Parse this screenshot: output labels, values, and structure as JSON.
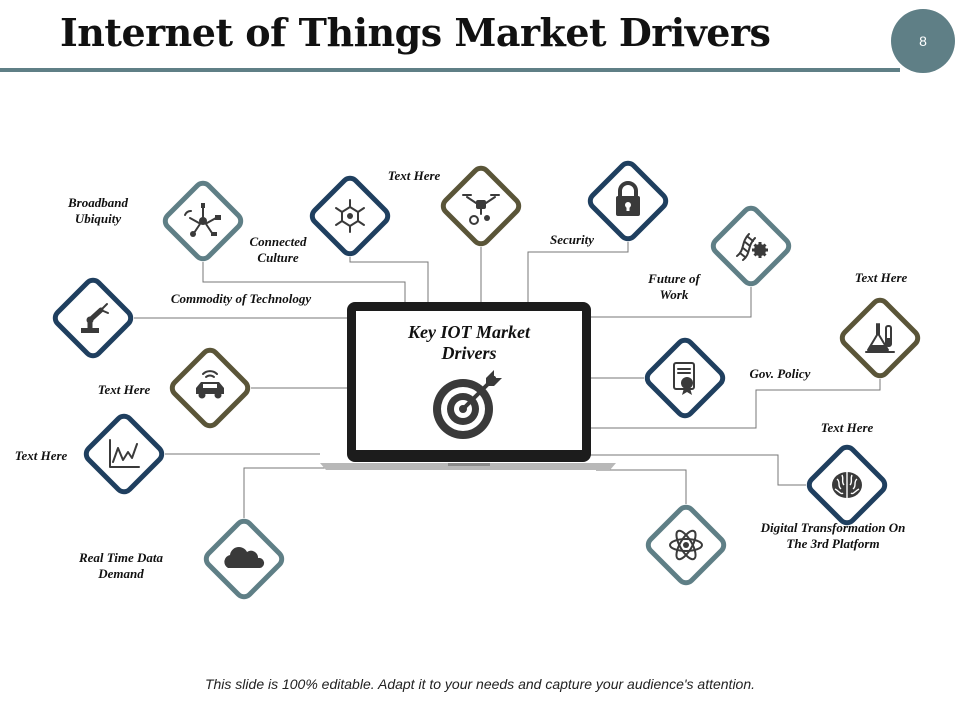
{
  "page": {
    "title": "Internet of Things Market Drivers",
    "page_number": "8",
    "footer": "This slide is 100% editable. Adapt it to your needs and capture your audience's attention."
  },
  "center": {
    "title_line1": "Key IOT Market",
    "title_line2": "Drivers",
    "icon": "target-icon"
  },
  "colors": {
    "teal": "#5f7f86",
    "navy": "#1f3f5f",
    "olive": "#5a5538",
    "icon_fill": "#3a3a3a"
  },
  "drivers": [
    {
      "id": "broadband",
      "label_lines": [
        "Broadband",
        "Ubiquity"
      ],
      "icon": "network-devices-icon",
      "color": "teal"
    },
    {
      "id": "connected-culture",
      "label_lines": [
        "Connected",
        "Culture"
      ],
      "icon": "molecule-icon",
      "color": "navy"
    },
    {
      "id": "text-top",
      "label_lines": [
        "Text Here"
      ],
      "icon": "drone-icon",
      "color": "olive"
    },
    {
      "id": "security",
      "label_lines": [
        "Security"
      ],
      "icon": "lock-icon",
      "color": "navy"
    },
    {
      "id": "future-of-work",
      "label_lines": [
        "Future of",
        "Work"
      ],
      "icon": "dna-gear-icon",
      "color": "teal"
    },
    {
      "id": "commodity",
      "label_lines": [
        "Commodity of Technology"
      ],
      "icon": "robot-arm-icon",
      "color": "navy"
    },
    {
      "id": "text-right-top",
      "label_lines": [
        "Text Here"
      ],
      "icon": "lab-flask-icon",
      "color": "olive"
    },
    {
      "id": "text-left-car",
      "label_lines": [
        "Text Here"
      ],
      "icon": "connected-car-icon",
      "color": "olive"
    },
    {
      "id": "gov-policy",
      "label_lines": [
        "Gov. Policy"
      ],
      "icon": "certificate-icon",
      "color": "navy"
    },
    {
      "id": "text-left-chart",
      "label_lines": [
        "Text Here"
      ],
      "icon": "line-chart-icon",
      "color": "navy"
    },
    {
      "id": "text-right-brain",
      "label_lines": [
        "Text Here"
      ],
      "icon": "brain-icon",
      "color": "navy"
    },
    {
      "id": "digital-transformation",
      "label_lines": [
        "Digital Transformation On",
        "The 3rd Platform"
      ],
      "icon": "atom-icon",
      "color": "teal"
    },
    {
      "id": "real-time-data",
      "label_lines": [
        "Real Time Data",
        "Demand"
      ],
      "icon": "cloud-icon",
      "color": "teal"
    }
  ]
}
